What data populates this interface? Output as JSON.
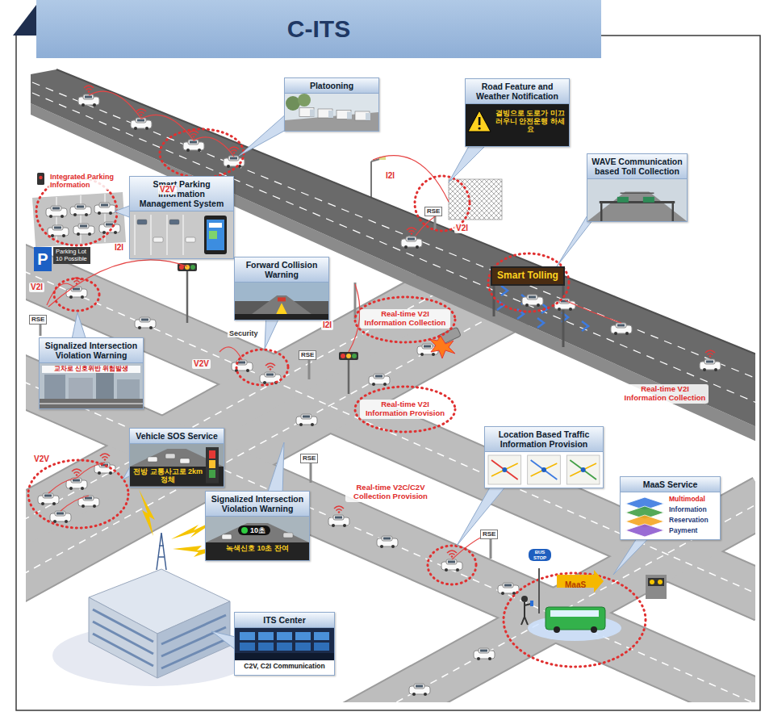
{
  "diagram": {
    "title": "C-ITS",
    "nodes": [
      {
        "text": [
          "Platooning"
        ]
      },
      {
        "text": [
          "Road Feature and Weather Notification",
          "결빙으로 도로가 미끄러우니 안전운행 하세요"
        ]
      },
      {
        "text": [
          "WAVE Communication based Toll Collection"
        ]
      },
      {
        "text": [
          "Smart Parking Information Management System"
        ]
      },
      {
        "text": [
          "Forward Collision Warning"
        ]
      },
      {
        "text": [
          "Signalized Intersection Violation Warning",
          "교차로 신호위반 위험발생"
        ]
      },
      {
        "text": [
          "Location Based Traffic Information Provision"
        ]
      },
      {
        "text": [
          "Vehicle SOS Service",
          "전방 교통사고로 2km 정체"
        ]
      },
      {
        "text": [
          "MaaS Service",
          "Multimodal",
          "Information",
          "Reservation",
          "Payment"
        ]
      },
      {
        "text": [
          "Signalized Intersection Violation Warning",
          "10초",
          "녹색신호 10초 잔여"
        ]
      },
      {
        "text": [
          "ITS Center",
          "C2V, C2I Communication"
        ]
      }
    ],
    "labels": [
      "Integrated Parking Information",
      "P",
      "Parking Lot 10 Possible",
      "V2V",
      "I2I",
      "V2I",
      "RSE",
      "Smart Tolling",
      "Real-time V2I Information Collection",
      "I2I",
      "V2I",
      "RSE",
      "Security",
      "V2V",
      "I2I",
      "RSE",
      "Real-time V2I Information Collection",
      "Real-time V2I Information Provision",
      "V2V",
      "RSE",
      "Real-time V2C/C2V Collection Provision",
      "RSE",
      "BUS STOP",
      "MaaS"
    ]
  }
}
